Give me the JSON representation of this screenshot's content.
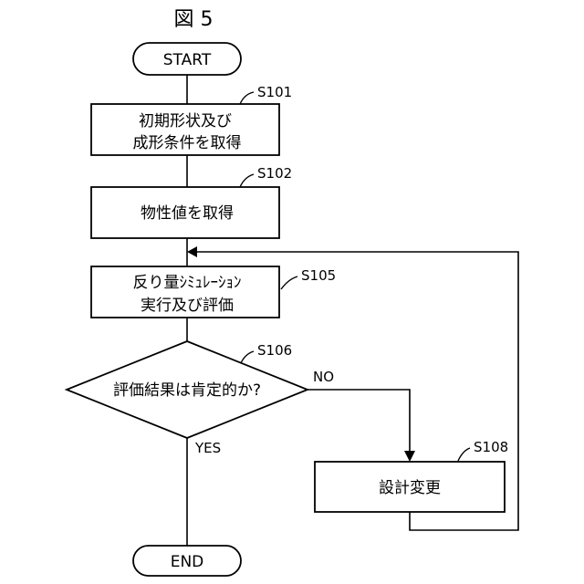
{
  "figure": {
    "title": "図 5"
  },
  "nodes": {
    "start": {
      "label": "START"
    },
    "s101": {
      "step": "S101",
      "lines": [
        "初期形状及び",
        "成形条件を取得"
      ]
    },
    "s102": {
      "step": "S102",
      "lines": [
        "物性値を取得"
      ]
    },
    "s105": {
      "step": "S105",
      "lines": [
        "反り量ｼﾐｭﾚｰｼｮﾝ",
        "実行及び評価"
      ]
    },
    "s106": {
      "step": "S106",
      "lines": [
        "評価結果は肯定的か?"
      ]
    },
    "s108": {
      "step": "S108",
      "lines": [
        "設計変更"
      ]
    },
    "end": {
      "label": "END"
    }
  },
  "branches": {
    "no": "NO",
    "yes": "YES"
  }
}
